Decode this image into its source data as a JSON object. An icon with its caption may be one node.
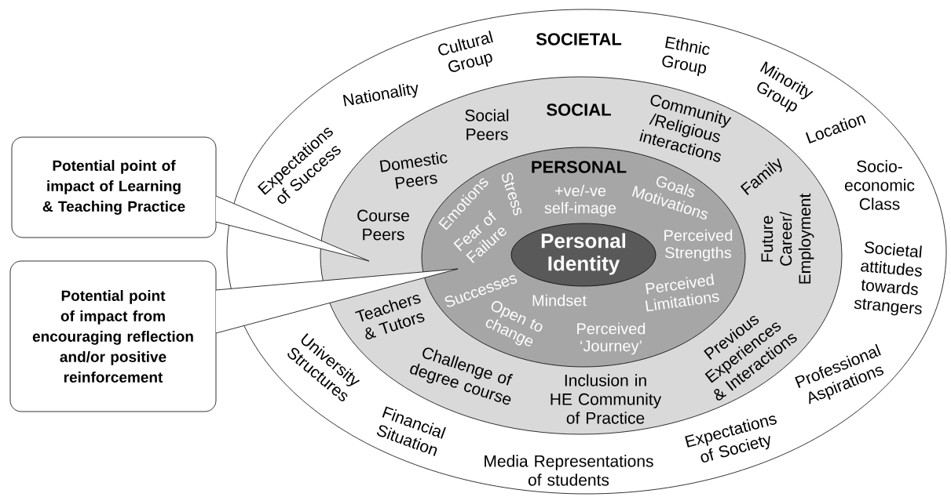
{
  "diagram": {
    "nodes": [
      {
        "text": [
          "SOCIETAL",
          "Cultural Group",
          "Ethnic Group",
          "Minority Group",
          "Nationality",
          "Location",
          "Expectations of Success",
          "Socio-economic Class",
          "Societal attitudes towards strangers",
          "University Structures",
          "Professional Aspirations",
          "Financial Situation",
          "Expectations of Society",
          "Media Representations of students"
        ]
      },
      {
        "text": [
          "SOCIAL",
          "Social Peers",
          "Community /Religious interactions",
          "Domestic Peers",
          "Family",
          "Course Peers",
          "Future Career/ Employment",
          "Teachers & Tutors",
          "Challenge of degree course",
          "Previous Experiences & Interactions",
          "Inclusion in HE Community of Practice"
        ],
        "in": 0
      },
      {
        "text": [
          "PERSONAL",
          "Stress",
          "Emotions",
          "+ve/-ve self-image",
          "Goals Motivations",
          "Fear of Failure",
          "Perceived Strengths",
          "Successes",
          "Perceived Limitations",
          "Mindset",
          "Open to change",
          "Perceived ‘Journey’"
        ],
        "in": 1
      },
      {
        "text": [
          "Personal Identity"
        ],
        "in": 2
      },
      {
        "text": [
          "Potential point of impact of Learning & Teaching Practice"
        ]
      },
      {
        "text": [
          "Potential point of impact from encouraging reflection and/or positive reinforcement"
        ]
      }
    ],
    "edges": [
      {
        "from": 4,
        "to": null,
        "arrow": "none"
      },
      {
        "from": 5,
        "to": null,
        "arrow": "none"
      }
    ]
  }
}
